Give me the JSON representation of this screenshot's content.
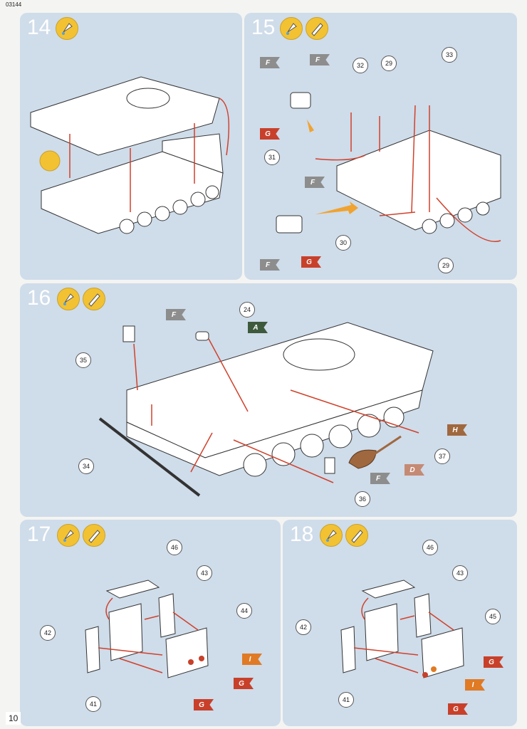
{
  "header": {
    "code": "03144"
  },
  "footer": {
    "page_number": "10"
  },
  "steps": [
    {
      "number": "14"
    },
    {
      "number": "15",
      "callouts": [
        "32",
        "29",
        "33",
        "31",
        "30",
        "29"
      ],
      "tags": [
        "F",
        "F",
        "G",
        "F",
        "F",
        "G"
      ]
    },
    {
      "number": "16",
      "callouts": [
        "24",
        "35",
        "34",
        "37",
        "36"
      ],
      "tags": [
        "F",
        "A",
        "H",
        "D",
        "F"
      ]
    },
    {
      "number": "17",
      "callouts": [
        "46",
        "43",
        "44",
        "42",
        "41"
      ],
      "tags": [
        "I",
        "G",
        "G"
      ]
    },
    {
      "number": "18",
      "callouts": [
        "46",
        "43",
        "45",
        "42",
        "41"
      ],
      "tags": [
        "G",
        "I",
        "G"
      ]
    }
  ],
  "colors": {
    "panel": "#cfdcea",
    "icon": "#f2c233",
    "arrow": "#d0412b",
    "hint_arrow": "#f0a330"
  }
}
